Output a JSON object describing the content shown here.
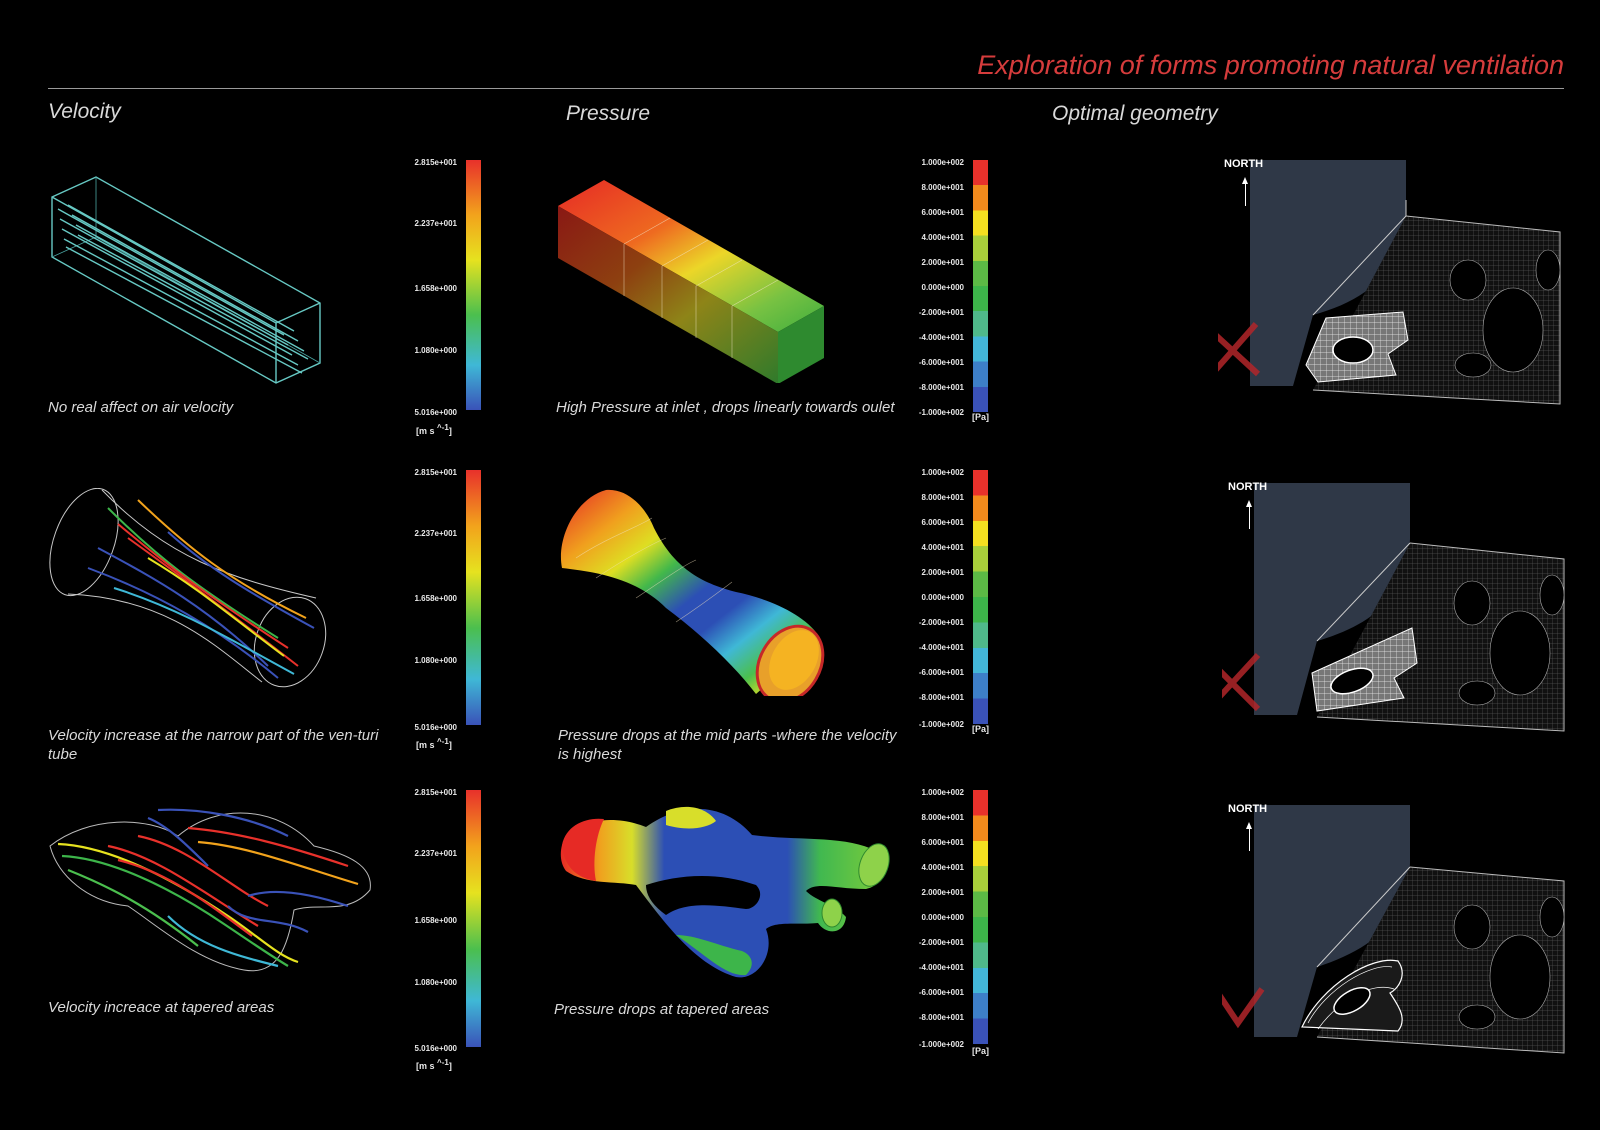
{
  "title": "Exploration of forms promoting natural ventilation",
  "headings": {
    "velocity": "Velocity",
    "pressure": "Pressure",
    "optimal": "Optimal geometry"
  },
  "velocity_legend": {
    "labels": [
      "2.815e+001",
      "2.237e+001",
      "1.658e+000",
      "1.080e+000",
      "5.016e+000"
    ],
    "unit_main": "[m  s ",
    "unit_sup": "^-1",
    "unit_end": "]"
  },
  "pressure_legend": {
    "labels": [
      "1.000e+002",
      "8.000e+001",
      "6.000e+001",
      "4.000e+001",
      "2.000e+001",
      "0.000e+000",
      "-2.000e+001",
      "-4.000e+001",
      "-6.000e+001",
      "-8.000e+001",
      "-1.000e+002"
    ],
    "unit": "[Pa]"
  },
  "rows": [
    {
      "velocity_caption": "No real affect on air velocity",
      "pressure_caption": "High Pressure  at  inlet , drops linearly towards oulet",
      "north": "NORTH",
      "mark": "cross"
    },
    {
      "velocity_caption": "Velocity increase at  the narrow part of the ven-turi tube",
      "pressure_caption": "Pressure  drops  at  the  mid  parts  -where  the velocity is highest",
      "north": "NORTH",
      "mark": "cross"
    },
    {
      "velocity_caption": "Velocity increace at tapered areas",
      "pressure_caption": "Pressure drops  at tapered areas",
      "north": "NORTH",
      "mark": "check"
    }
  ],
  "colors": {
    "title": "#d63c3c",
    "site_fill": "#2f3847",
    "scale_top": "#e8312b",
    "scale_mid": "#3db54a",
    "scale_bottom": "#3a5ab8"
  }
}
